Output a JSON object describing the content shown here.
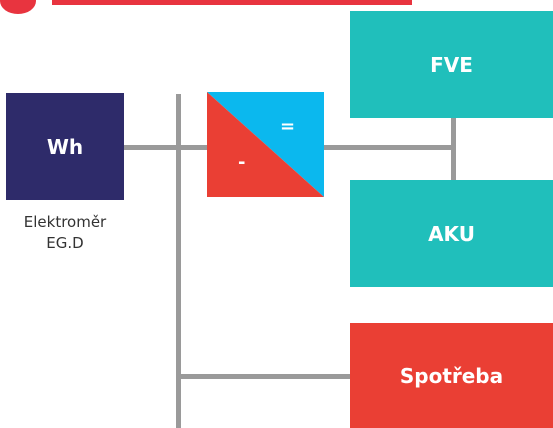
{
  "colors": {
    "meter": "#2e2b6a",
    "fve": "#20bfbb",
    "aku": "#20bfbb",
    "spotreba": "#ea3f34",
    "inverter_dc": "#0bb8ee",
    "inverter_ac": "#ea3f34",
    "line": "#9a9a9a",
    "title_accent": "#e8343f"
  },
  "meter": {
    "label": "Wh",
    "caption_line1": "Elektroměr",
    "caption_line2": "EG.D"
  },
  "inverter": {
    "dc_symbol": "=",
    "ac_symbol": "-"
  },
  "fve": {
    "label": "FVE"
  },
  "aku": {
    "label": "AKU"
  },
  "spotreba": {
    "label": "Spotřeba"
  }
}
